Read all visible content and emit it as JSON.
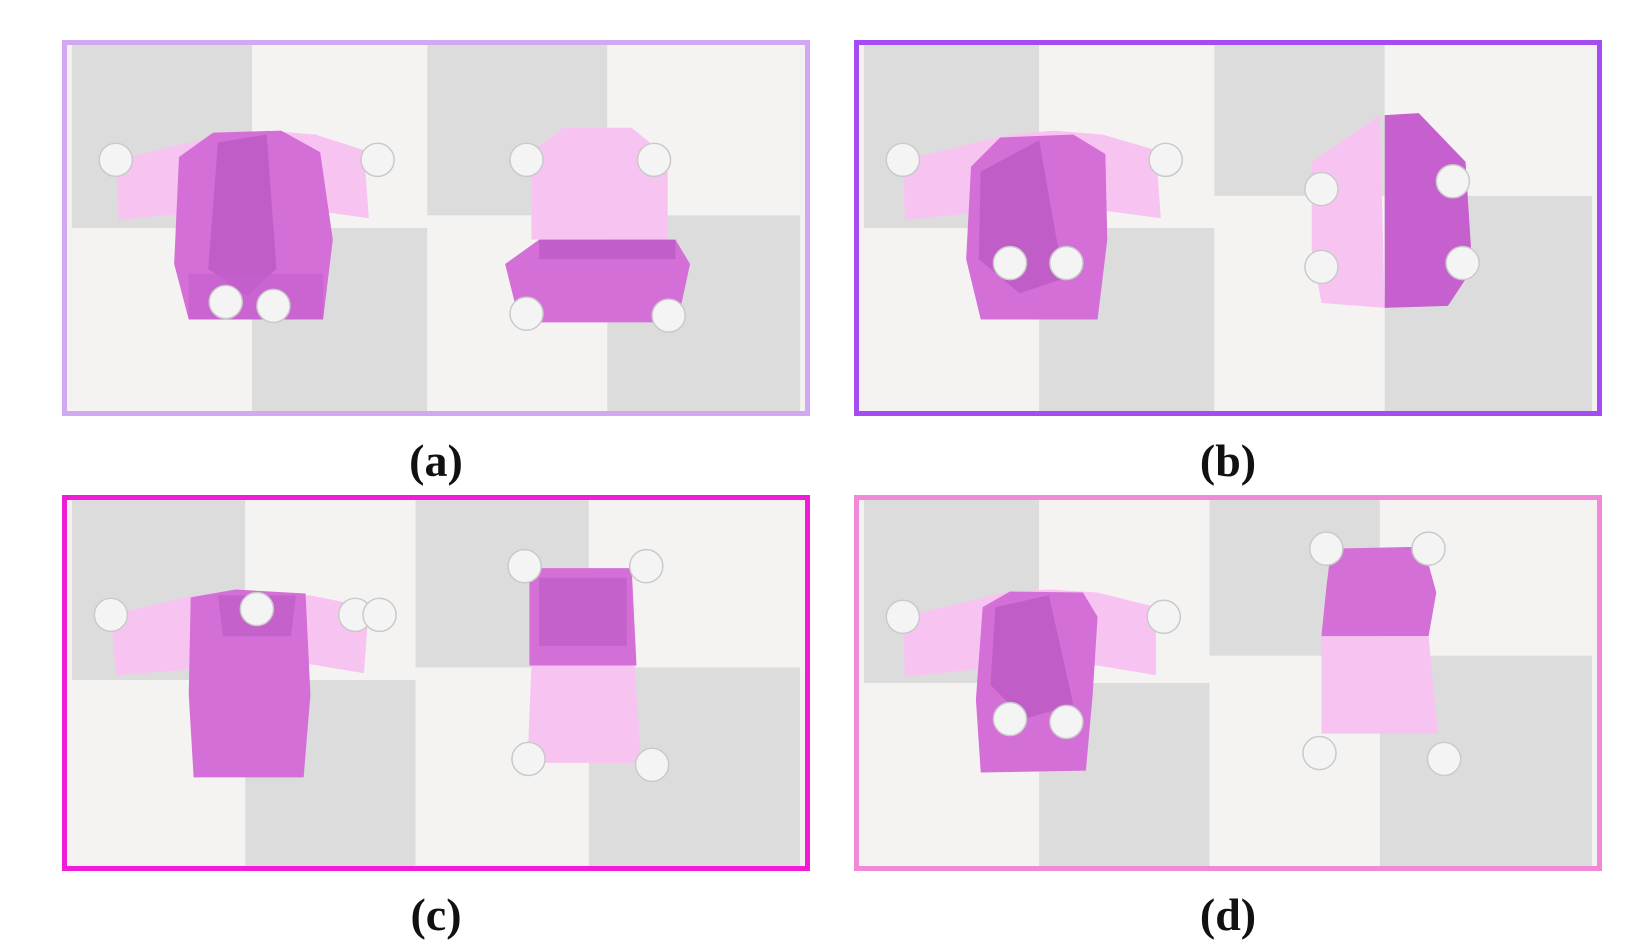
{
  "panels": [
    {
      "id": "a",
      "label": "(a)",
      "border_color": "#d2a8f2"
    },
    {
      "id": "b",
      "label": "(b)",
      "border_color": "#a44cf2"
    },
    {
      "id": "c",
      "label": "(c)",
      "border_color": "#f01cd8"
    },
    {
      "id": "d",
      "label": "(d)",
      "border_color": "#f08ad8"
    }
  ],
  "colors": {
    "cloth_light": "#f7c4f1",
    "cloth_dark": "#d36fd6",
    "cloth_shadow": "#b04ebb",
    "floor_light": "#f4f3f2",
    "floor_dark": "#dddcdc",
    "gripper": "#f4f4f4"
  }
}
